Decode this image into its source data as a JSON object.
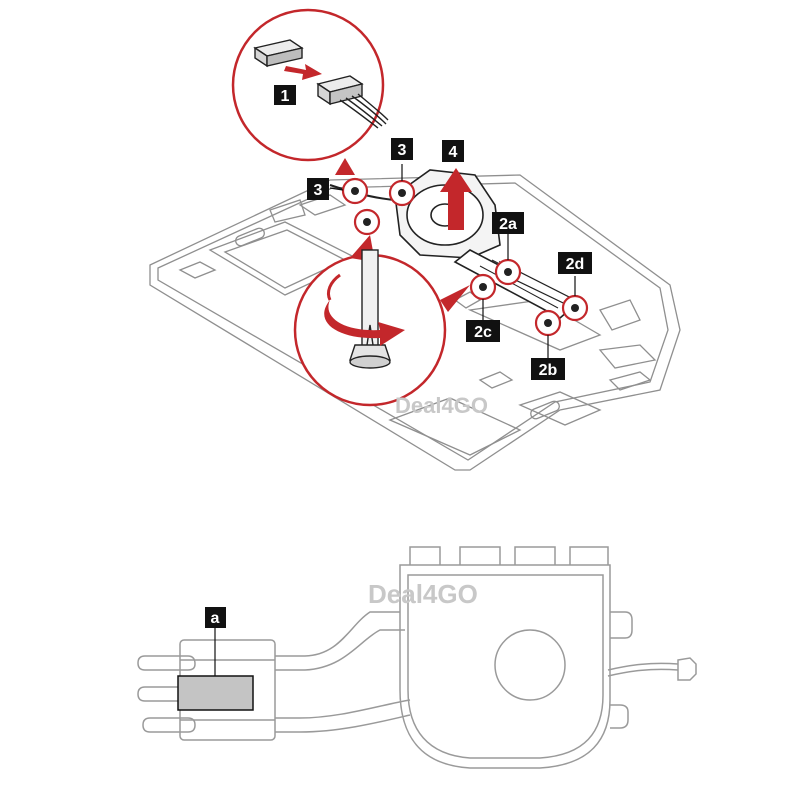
{
  "callouts": {
    "step_1": "1",
    "step_3_left": "3",
    "step_3_top": "3",
    "step_4": "4",
    "step_2a": "2a",
    "step_2b": "2b",
    "step_2c": "2c",
    "step_2d": "2d",
    "part_a": "a"
  },
  "watermark": {
    "top": "Deal4GO",
    "bottom": "Deal4GO"
  },
  "colors": {
    "accent_red": "#c3272b",
    "callout_bg": "#111111",
    "line_gray": "#9a9a9a",
    "pad_gray": "#c4c4c4"
  },
  "icons": {
    "rotate": "clockwise-rotation-arrow",
    "lift": "upward-arrow",
    "slide": "right-arrow"
  }
}
